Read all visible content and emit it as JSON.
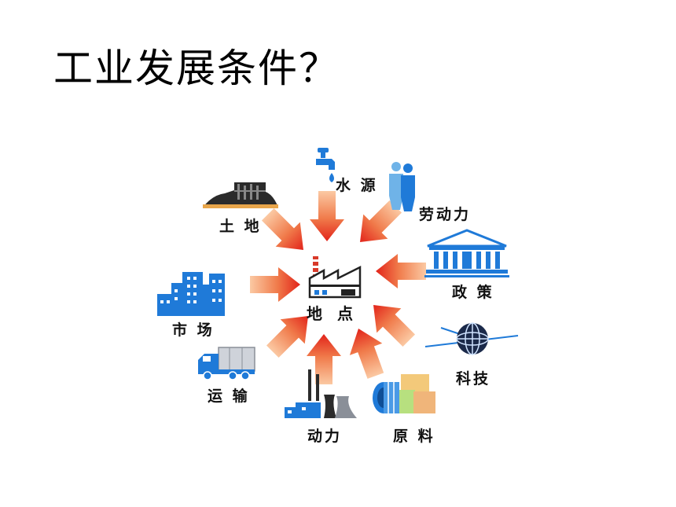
{
  "title": "工业发展条件？",
  "center_label": "地 点",
  "factors": {
    "water": "水 源",
    "labor": "劳动力",
    "land": "土 地",
    "policy": "政 策",
    "market": "市 场",
    "tech": "科技",
    "transport": "运 输",
    "power": "动力",
    "material": "原 料"
  },
  "colors": {
    "arrow_light": "#f9b48a",
    "arrow_dark": "#e5311f",
    "icon_blue": "#1f7ad8",
    "icon_dark": "#2b2b2b",
    "icon_gray": "#8a8f98"
  }
}
